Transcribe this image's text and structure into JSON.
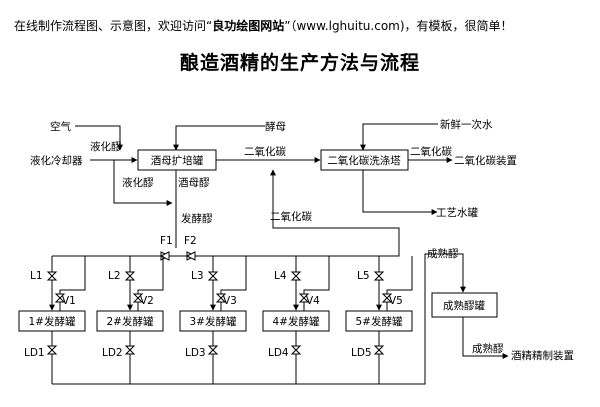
{
  "banner": {
    "prefix": "在线制作流程图、示意图，欢迎访问“",
    "site_name": "良功绘图网站",
    "suffix": "”（www.lghuitu.com)，有模板，很简单！"
  },
  "title": "酿造酒精的生产方法与流程",
  "nodes": {
    "yeast_tank": "酒母扩培罐",
    "co2_tower": "二氧化碳洗涤塔",
    "mature_tank": "成熟醪罐",
    "fermenters": [
      "1#发酵罐",
      "2#发酵罐",
      "3#发酵罐",
      "4#发酵罐",
      "5#发酵罐"
    ]
  },
  "labels": {
    "air": "空气",
    "liquefaction_cooler": "液化冷却器",
    "liquefied_mash_1": "液化醪",
    "liquefied_mash_2": "液化醪",
    "yeast_mash": "酒母醪",
    "fermenting_mash": "发酵醪",
    "yeast": "酵母",
    "co2_top": "二氧化碳",
    "co2_mid": "二氧化碳",
    "co2_out": "二氧化碳",
    "co2_device": "二氧化碳装置",
    "fresh_water": "新鲜一次水",
    "process_water_tank": "工艺水罐",
    "mature_mash_top": "成熟醪",
    "mature_mash_out": "成熟醪",
    "refining_device": "酒精精制装置",
    "f1": "F1",
    "f2": "F2",
    "L": [
      "L1",
      "L2",
      "L3",
      "L4",
      "L5"
    ],
    "V": [
      "V1",
      "V2",
      "V3",
      "V4",
      "V5"
    ],
    "LD": [
      "LD1",
      "LD2",
      "LD3",
      "LD4",
      "LD5"
    ]
  }
}
